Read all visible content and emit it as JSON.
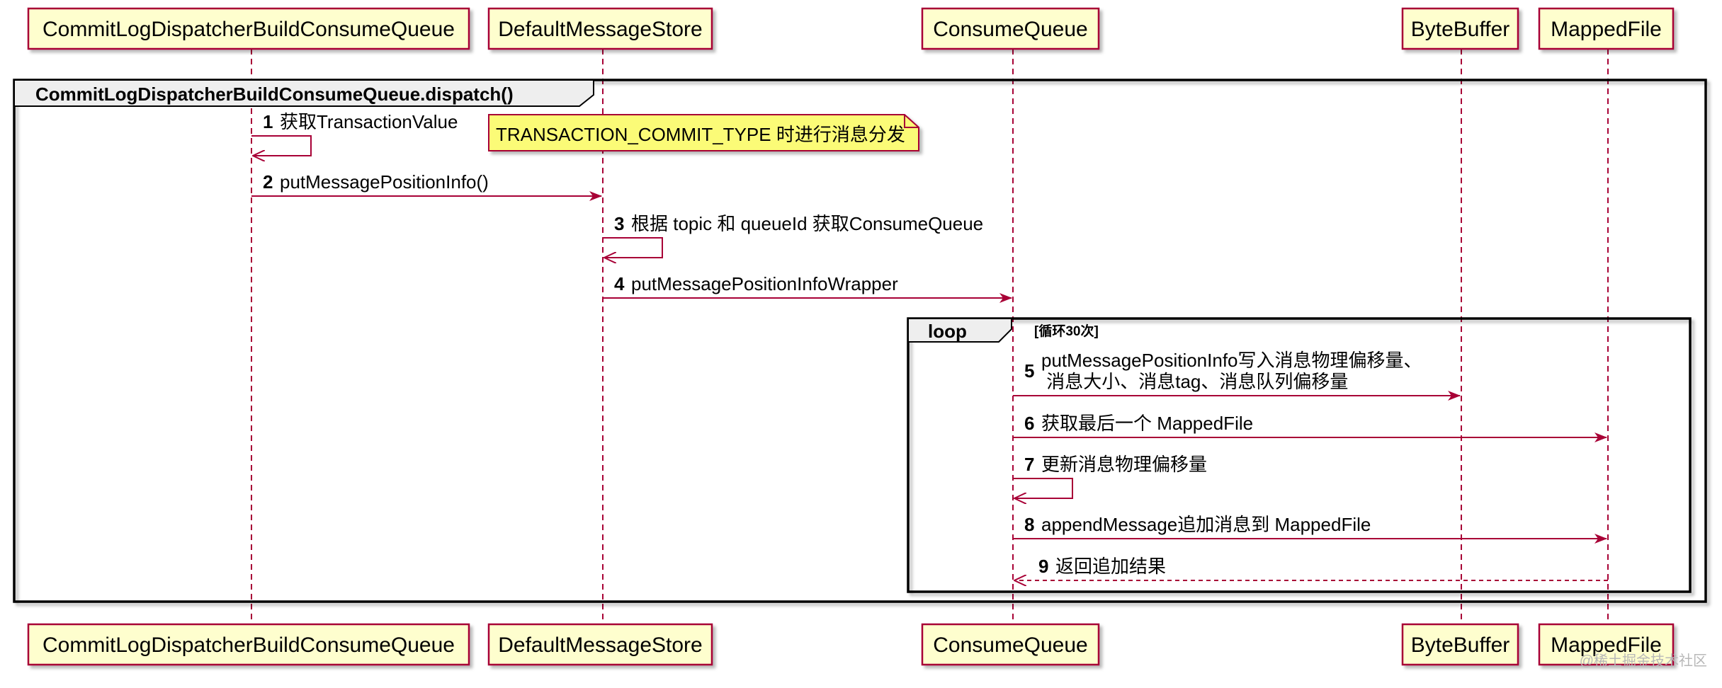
{
  "participants": [
    {
      "id": "dispatcher",
      "label": "CommitLogDispatcherBuildConsumeQueue"
    },
    {
      "id": "store",
      "label": "DefaultMessageStore"
    },
    {
      "id": "cq",
      "label": "ConsumeQueue"
    },
    {
      "id": "bb",
      "label": "ByteBuffer"
    },
    {
      "id": "mf",
      "label": "MappedFile"
    }
  ],
  "outer_frame": {
    "title": "CommitLogDispatcherBuildConsumeQueue.dispatch()"
  },
  "loop_frame": {
    "title": "loop",
    "guard": "[循环30次]"
  },
  "note": {
    "text": "TRANSACTION_COMMIT_TYPE 时进行消息分发"
  },
  "messages": [
    {
      "num": "1",
      "lines": [
        "获取TransactionValue"
      ],
      "from": "dispatcher",
      "to": "dispatcher",
      "style": "solid"
    },
    {
      "num": "2",
      "lines": [
        "putMessagePositionInfo()"
      ],
      "from": "dispatcher",
      "to": "store",
      "style": "solid"
    },
    {
      "num": "3",
      "lines": [
        "根据 topic 和 queueId 获取ConsumeQueue"
      ],
      "from": "store",
      "to": "store",
      "style": "solid"
    },
    {
      "num": "4",
      "lines": [
        "putMessagePositionInfoWrapper"
      ],
      "from": "store",
      "to": "cq",
      "style": "solid"
    },
    {
      "num": "5",
      "lines": [
        "putMessagePositionInfo写入消息物理偏移量、",
        " 消息大小、消息tag、消息队列偏移量"
      ],
      "from": "cq",
      "to": "bb",
      "style": "solid"
    },
    {
      "num": "6",
      "lines": [
        "获取最后一个 MappedFile"
      ],
      "from": "cq",
      "to": "mf",
      "style": "solid"
    },
    {
      "num": "7",
      "lines": [
        "更新消息物理偏移量"
      ],
      "from": "cq",
      "to": "cq",
      "style": "solid"
    },
    {
      "num": "8",
      "lines": [
        "appendMessage追加消息到 MappedFile"
      ],
      "from": "cq",
      "to": "mf",
      "style": "solid"
    },
    {
      "num": "9",
      "lines": [
        "返回追加结果"
      ],
      "from": "mf",
      "to": "cq",
      "style": "dashed"
    }
  ],
  "watermark": "@稀土掘金技术社区",
  "colors": {
    "participant_fill": "#FEFECE",
    "participant_border": "#A80036",
    "lifeline": "#A80036",
    "arrow": "#A80036",
    "note_fill": "#FBFB77",
    "note_border": "#A80036",
    "frame_border": "#000000"
  }
}
